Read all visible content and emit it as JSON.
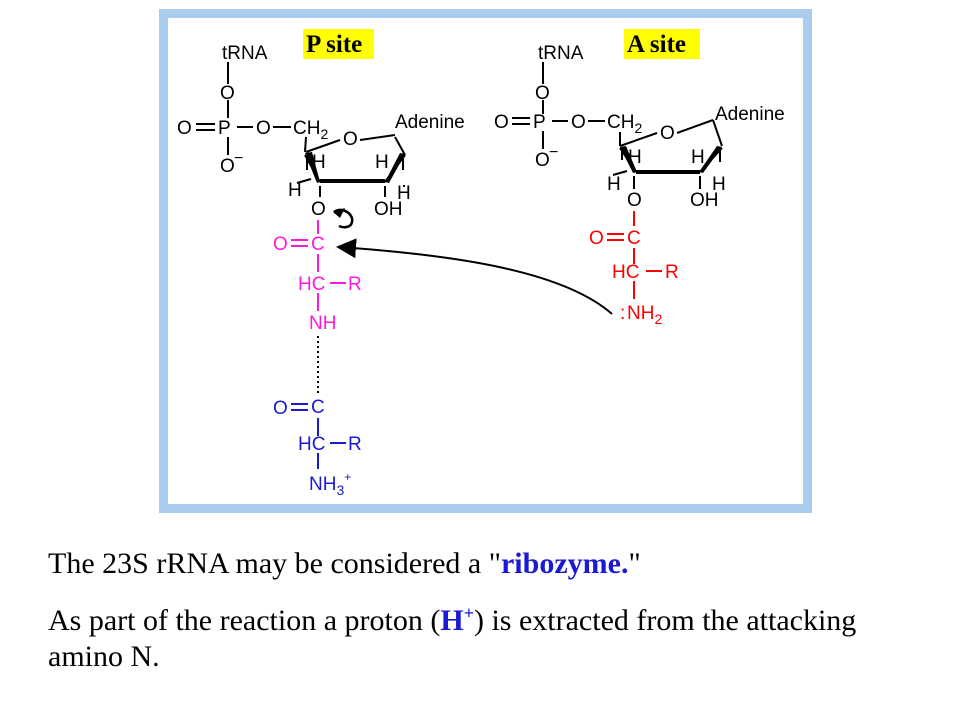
{
  "colors": {
    "frame": "#a9ccef",
    "highlight": "#ffff00",
    "bond": "#000000",
    "magenta": "#ff1ad9",
    "blue": "#1a1ad6",
    "red": "#ff0000"
  },
  "diagram": {
    "p_site_label": "P site",
    "a_site_label": "A site",
    "trna": "tRNA",
    "o": "O",
    "p": "P",
    "o_minus": "O",
    "minus": "−",
    "ch2": "CH",
    "sub2": "2",
    "adenine": "Adenine",
    "h": "H",
    "oh": "OH",
    "c": "C",
    "hc": "HC",
    "r": "R",
    "nh": "NH",
    "nh3": "NH",
    "sub3": "3",
    "plus": "+",
    "lone_pair": ":",
    "nh2": "NH"
  },
  "caption": {
    "line1_pre": "The 23S rRNA may be considered a \"",
    "line1_term": "ribozyme.",
    "line1_post": "\"",
    "line2_pre": "As part of the reaction a proton (",
    "line2_ion": "H",
    "line2_sup": "+",
    "line2_post": ") is extracted from the attacking amino N."
  }
}
